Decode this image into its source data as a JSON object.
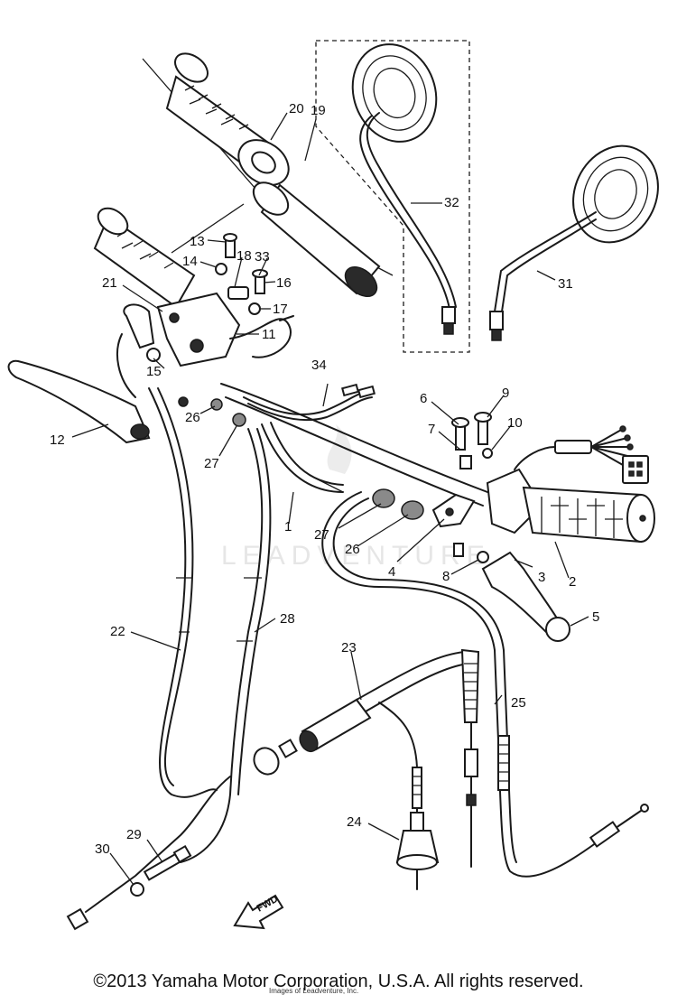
{
  "watermark": "LEADVENTURE",
  "fwd_label": "FWD",
  "copyright": "©2013 Yamaha Motor Corporation, U.S.A. All rights reserved.",
  "credit": "Images of Leadventure, Inc.",
  "callouts": [
    "1",
    "2",
    "3",
    "4",
    "5",
    "6",
    "7",
    "8",
    "9",
    "10",
    "11",
    "12",
    "13",
    "14",
    "15",
    "16",
    "17",
    "18",
    "19",
    "20",
    "21",
    "22",
    "23",
    "24",
    "25",
    "26",
    "27",
    "28",
    "29",
    "30",
    "31",
    "32",
    "33",
    "34",
    "26",
    "27"
  ]
}
